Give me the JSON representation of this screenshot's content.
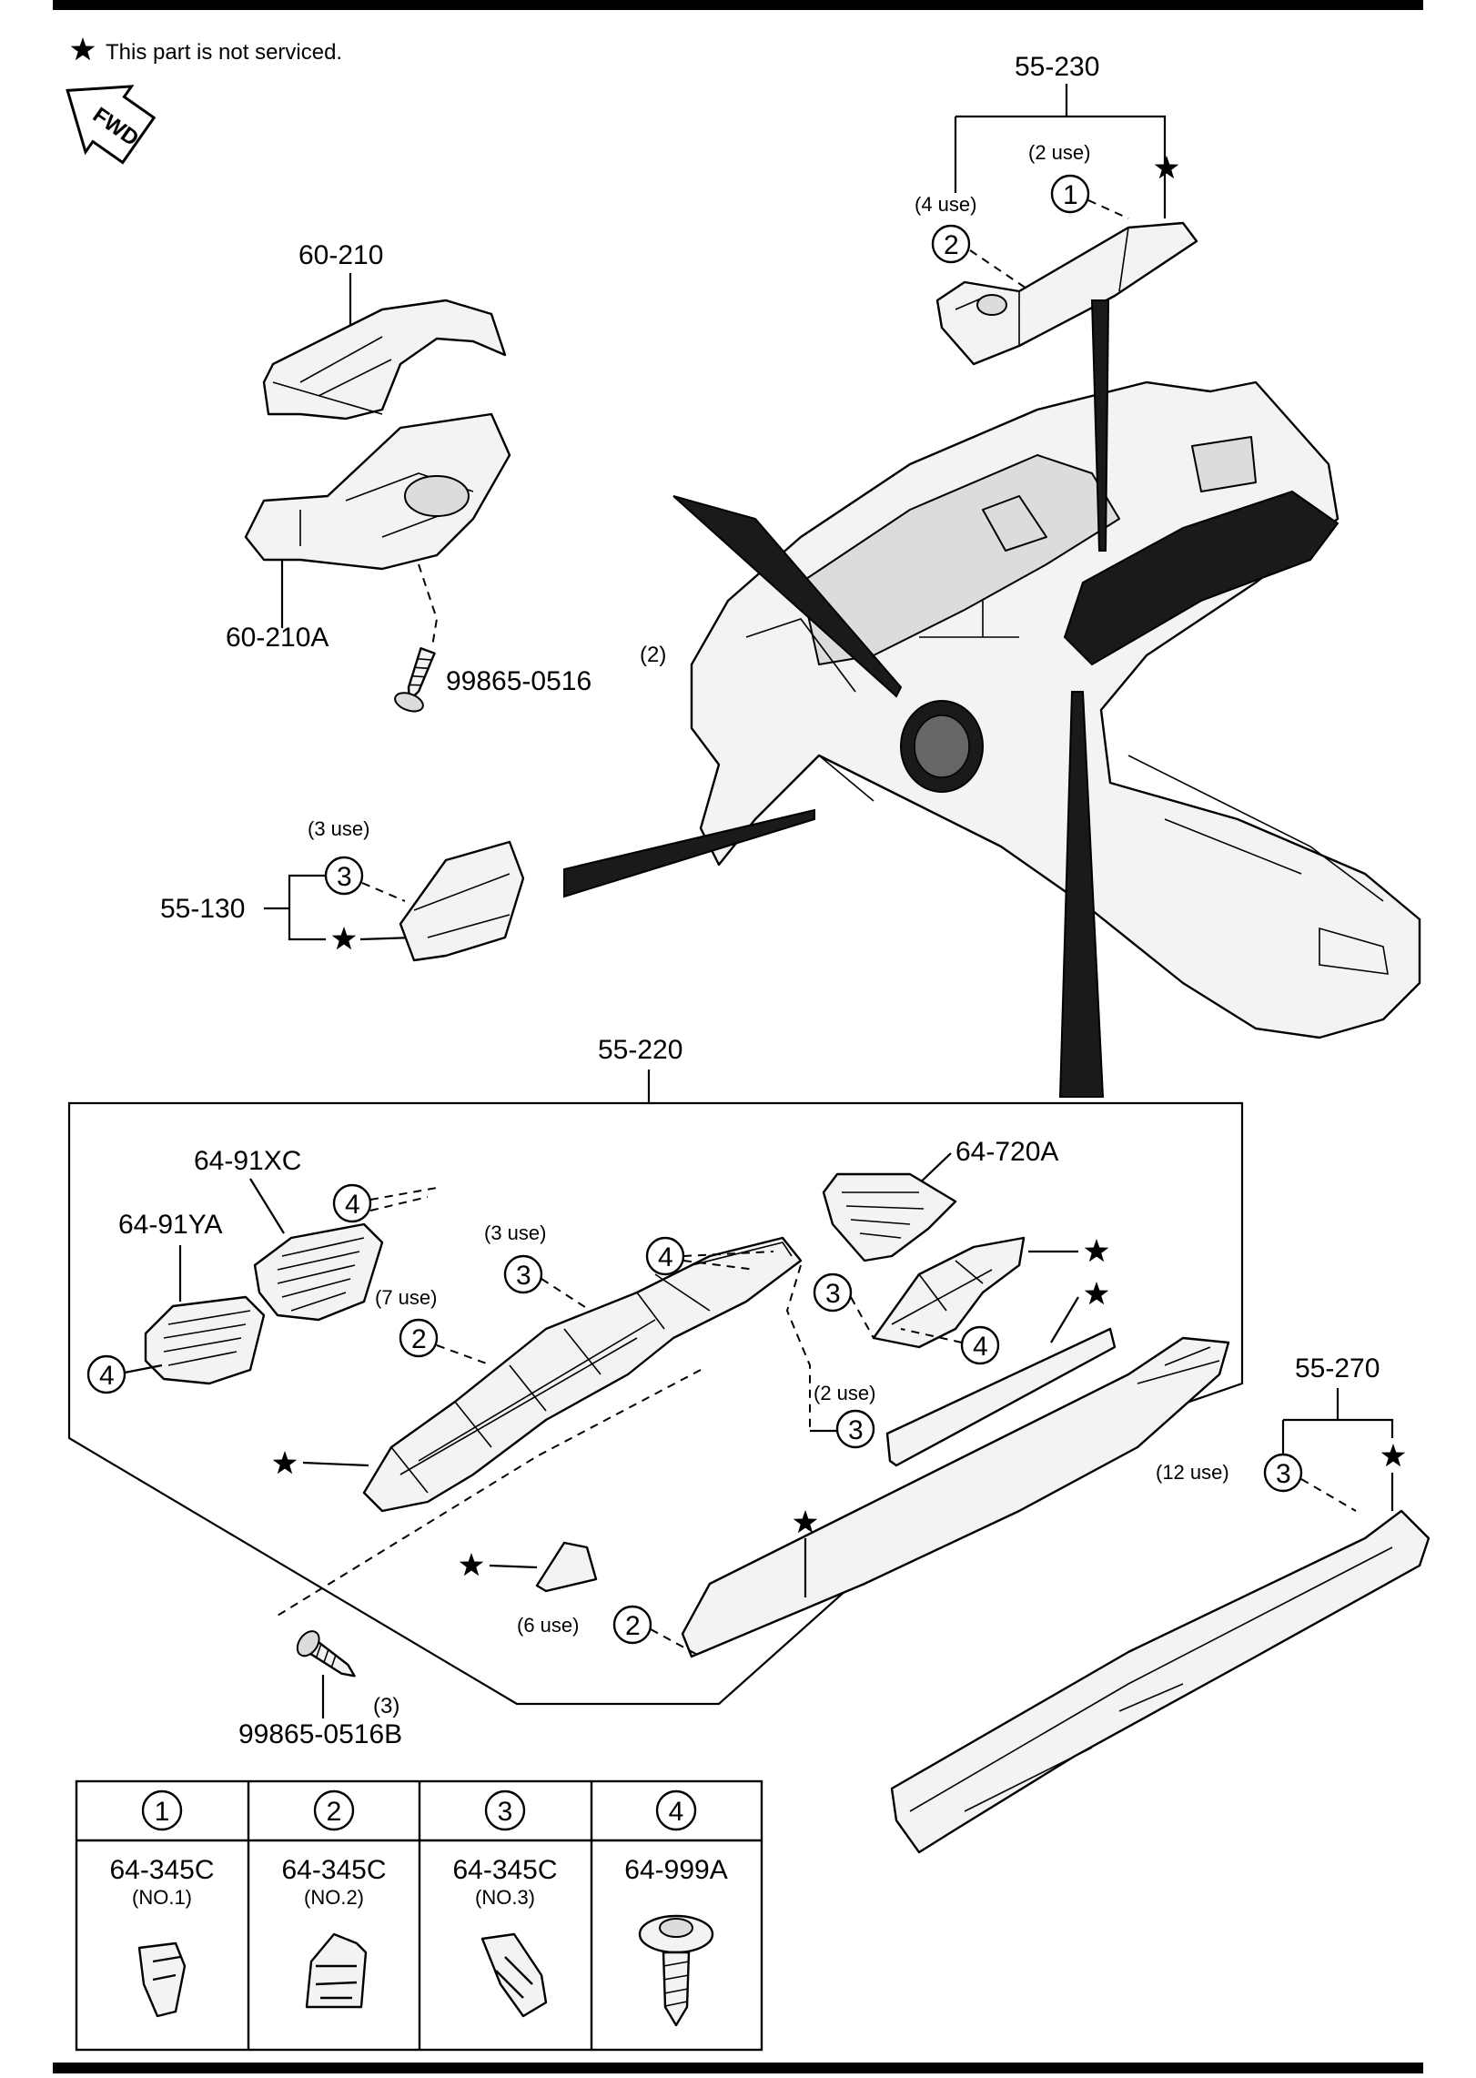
{
  "note": {
    "star_glyph": "★",
    "text": "This part is not serviced."
  },
  "fwd": "FWD",
  "parts": {
    "p55_230": "55-230",
    "p60_210": "60-210",
    "p60_210A": "60-210A",
    "p99865_0516": "99865-0516",
    "p99865_0516_qty": "(2)",
    "p55_130": "55-130",
    "p55_220": "55-220",
    "p64_91XC": "64-91XC",
    "p64_91YA": "64-91YA",
    "p64_720A": "64-720A",
    "p55_270": "55-270",
    "p99865_0516B": "99865-0516B",
    "p99865_0516B_qty": "(3)"
  },
  "uses": {
    "two": "(2 use)",
    "four": "(4 use)",
    "three": "(3 use)",
    "seven": "(7 use)",
    "six": "(6 use)",
    "twelve": "(12 use)"
  },
  "callouts": {
    "c1": "1",
    "c2": "2",
    "c3": "3",
    "c4": "4"
  },
  "legend_table": {
    "columns": [
      {
        "num": "1",
        "part": "64-345C",
        "sub": "(NO.1)"
      },
      {
        "num": "2",
        "part": "64-345C",
        "sub": "(NO.2)"
      },
      {
        "num": "3",
        "part": "64-345C",
        "sub": "(NO.3)"
      },
      {
        "num": "4",
        "part": "64-999A",
        "sub": ""
      }
    ]
  },
  "icons": [
    "star-icon",
    "fwd-arrow-icon",
    "clip-icon",
    "screw-icon"
  ]
}
